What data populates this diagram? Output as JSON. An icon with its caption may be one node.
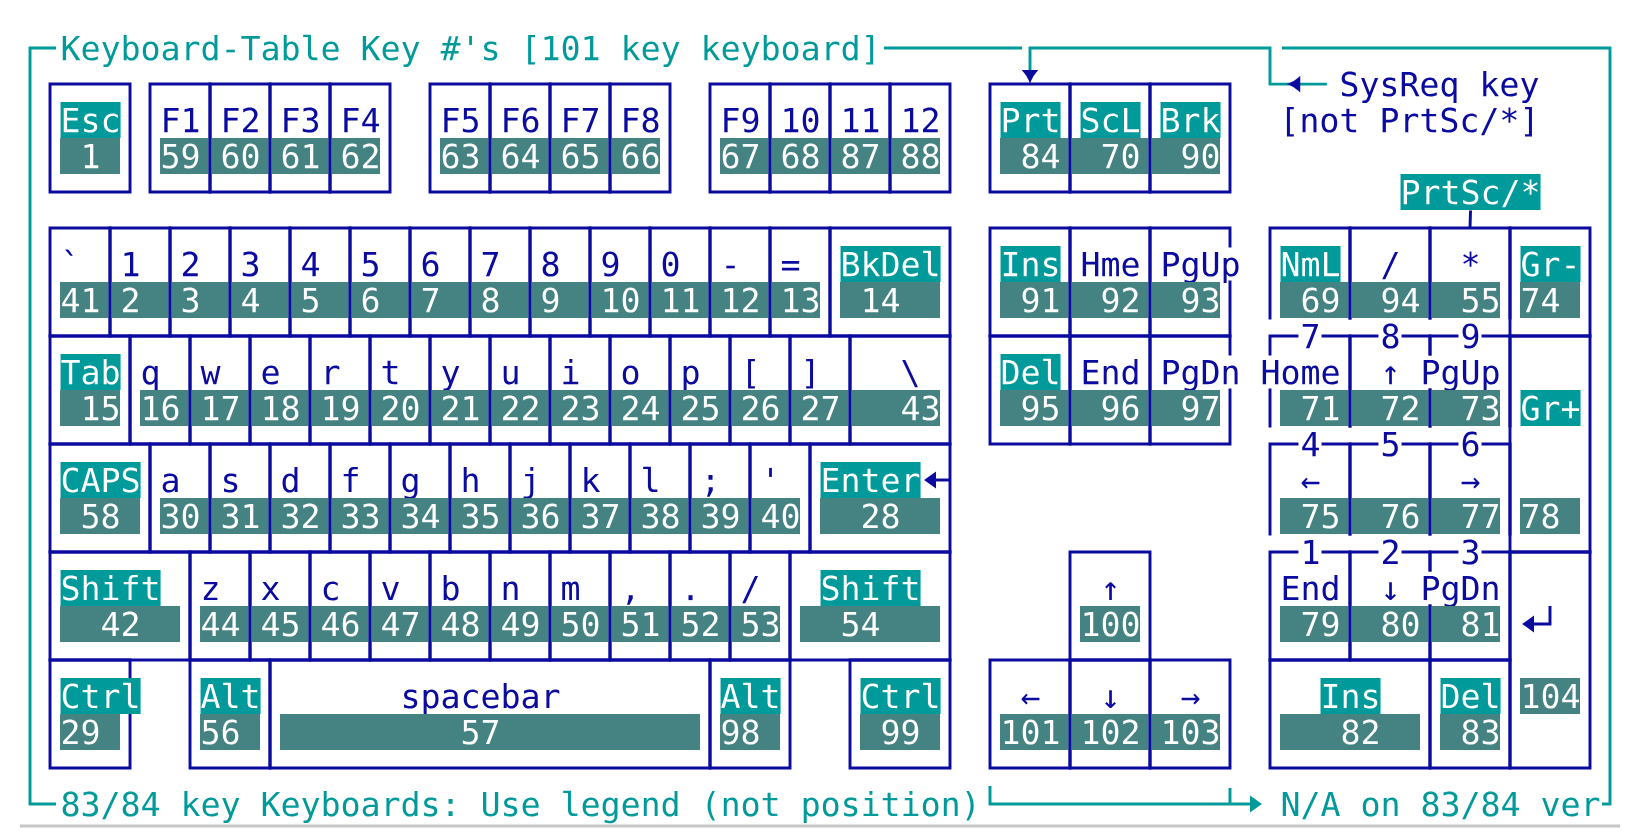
{
  "diagram": {
    "title": "Keyboard-Table Key #'s [101 key keyboard]",
    "nodes": [
      {
        "text": [
          "Esc",
          "1"
        ]
      },
      {
        "text": [
          "F1",
          "59"
        ]
      },
      {
        "text": [
          "F2",
          "60"
        ]
      },
      {
        "text": [
          "F3",
          "61"
        ]
      },
      {
        "text": [
          "F4",
          "62"
        ]
      },
      {
        "text": [
          "F5",
          "63"
        ]
      },
      {
        "text": [
          "F6",
          "64"
        ]
      },
      {
        "text": [
          "F7",
          "65"
        ]
      },
      {
        "text": [
          "F8",
          "66"
        ]
      },
      {
        "text": [
          "F9",
          "67"
        ]
      },
      {
        "text": [
          "10",
          "68"
        ]
      },
      {
        "text": [
          "11",
          "87"
        ]
      },
      {
        "text": [
          "12",
          "88"
        ]
      },
      {
        "text": [
          "Prt",
          "84"
        ]
      },
      {
        "text": [
          "ScL",
          "70"
        ]
      },
      {
        "text": [
          "Brk",
          "90"
        ]
      },
      {
        "text": [
          "SysReq key [not PrtSc/*]"
        ]
      },
      {
        "text": [
          "PrtSc/*"
        ]
      },
      {
        "text": [
          "`",
          "41"
        ]
      },
      {
        "text": [
          "1",
          "2"
        ]
      },
      {
        "text": [
          "2",
          "3"
        ]
      },
      {
        "text": [
          "3",
          "4"
        ]
      },
      {
        "text": [
          "4",
          "5"
        ]
      },
      {
        "text": [
          "5",
          "6"
        ]
      },
      {
        "text": [
          "6",
          "7"
        ]
      },
      {
        "text": [
          "7",
          "8"
        ]
      },
      {
        "text": [
          "8",
          "9"
        ]
      },
      {
        "text": [
          "9",
          "10"
        ]
      },
      {
        "text": [
          "0",
          "11"
        ]
      },
      {
        "text": [
          "-",
          "12"
        ]
      },
      {
        "text": [
          "=",
          "13"
        ]
      },
      {
        "text": [
          "BkDel",
          "14"
        ]
      },
      {
        "text": [
          "Ins",
          "91"
        ]
      },
      {
        "text": [
          "Hme",
          "92"
        ]
      },
      {
        "text": [
          "PgUp",
          "93"
        ]
      },
      {
        "text": [
          "NmL",
          "69"
        ]
      },
      {
        "text": [
          "/",
          "94"
        ]
      },
      {
        "text": [
          "*",
          "55"
        ]
      },
      {
        "text": [
          "Gr-",
          "74"
        ]
      },
      {
        "text": [
          "Tab",
          "15"
        ]
      },
      {
        "text": [
          "q",
          "16"
        ]
      },
      {
        "text": [
          "w",
          "17"
        ]
      },
      {
        "text": [
          "e",
          "18"
        ]
      },
      {
        "text": [
          "r",
          "19"
        ]
      },
      {
        "text": [
          "t",
          "20"
        ]
      },
      {
        "text": [
          "y",
          "21"
        ]
      },
      {
        "text": [
          "u",
          "22"
        ]
      },
      {
        "text": [
          "i",
          "23"
        ]
      },
      {
        "text": [
          "o",
          "24"
        ]
      },
      {
        "text": [
          "p",
          "25"
        ]
      },
      {
        "text": [
          "[",
          "26"
        ]
      },
      {
        "text": [
          "]",
          "27"
        ]
      },
      {
        "text": [
          "\\",
          "43"
        ]
      },
      {
        "text": [
          "Del",
          "95"
        ]
      },
      {
        "text": [
          "End",
          "96"
        ]
      },
      {
        "text": [
          "PgDn",
          "97"
        ]
      },
      {
        "text": [
          "7",
          "Home",
          "71"
        ]
      },
      {
        "text": [
          "8",
          "↑",
          "72"
        ]
      },
      {
        "text": [
          "9",
          "PgUp",
          "73"
        ]
      },
      {
        "text": [
          "Gr+",
          "78"
        ]
      },
      {
        "text": [
          "CAPS",
          "58"
        ]
      },
      {
        "text": [
          "a",
          "30"
        ]
      },
      {
        "text": [
          "s",
          "31"
        ]
      },
      {
        "text": [
          "d",
          "32"
        ]
      },
      {
        "text": [
          "f",
          "33"
        ]
      },
      {
        "text": [
          "g",
          "34"
        ]
      },
      {
        "text": [
          "h",
          "35"
        ]
      },
      {
        "text": [
          "j",
          "36"
        ]
      },
      {
        "text": [
          "k",
          "37"
        ]
      },
      {
        "text": [
          "l",
          "38"
        ]
      },
      {
        "text": [
          ";",
          "39"
        ]
      },
      {
        "text": [
          "'",
          "40"
        ]
      },
      {
        "text": [
          "Enter",
          "28"
        ]
      },
      {
        "text": [
          "4",
          "←",
          "75"
        ]
      },
      {
        "text": [
          "5",
          "76"
        ]
      },
      {
        "text": [
          "6",
          "→",
          "77"
        ]
      },
      {
        "text": [
          "Shift",
          "42"
        ]
      },
      {
        "text": [
          "z",
          "44"
        ]
      },
      {
        "text": [
          "x",
          "45"
        ]
      },
      {
        "text": [
          "c",
          "46"
        ]
      },
      {
        "text": [
          "v",
          "47"
        ]
      },
      {
        "text": [
          "b",
          "48"
        ]
      },
      {
        "text": [
          "n",
          "49"
        ]
      },
      {
        "text": [
          "m",
          "50"
        ]
      },
      {
        "text": [
          ",",
          "51"
        ]
      },
      {
        "text": [
          ".",
          "52"
        ]
      },
      {
        "text": [
          "/",
          "53"
        ]
      },
      {
        "text": [
          "Shift",
          "54"
        ]
      },
      {
        "text": [
          "↑",
          "100"
        ]
      },
      {
        "text": [
          "1",
          "End",
          "79"
        ]
      },
      {
        "text": [
          "2",
          "↓",
          "80"
        ]
      },
      {
        "text": [
          "3",
          "PgDn",
          "81"
        ]
      },
      {
        "text": [
          "104"
        ]
      },
      {
        "text": [
          "Ctrl",
          "29"
        ]
      },
      {
        "text": [
          "Alt",
          "56"
        ]
      },
      {
        "text": [
          "spacebar",
          "57"
        ]
      },
      {
        "text": [
          "Alt",
          "98"
        ]
      },
      {
        "text": [
          "Ctrl",
          "99"
        ]
      },
      {
        "text": [
          "←",
          "101"
        ]
      },
      {
        "text": [
          "↓",
          "102"
        ]
      },
      {
        "text": [
          "→",
          "103"
        ]
      },
      {
        "text": [
          "Ins",
          "82"
        ]
      },
      {
        "text": [
          "Del",
          "83"
        ]
      }
    ],
    "edges": [
      {
        "from": 16,
        "to": 13,
        "arrow": "to",
        "color": "#009a9a"
      },
      {
        "from": 17,
        "to": 37,
        "arrow": "none",
        "color": "#0b0ba0"
      }
    ],
    "labels": [
      "83/84 key Keyboards: Use legend (not position)",
      "N/A on 83/84 ver"
    ]
  }
}
